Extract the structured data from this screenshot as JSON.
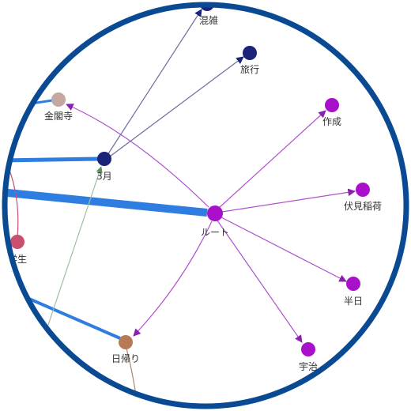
{
  "nodes": [
    {
      "id": "kotsu",
      "label": "混雑",
      "color": "#1b237a"
    },
    {
      "id": "ryoko",
      "label": "旅行",
      "color": "#1b237a"
    },
    {
      "id": "kinkakuji",
      "label": "金閣寺",
      "color": "#c4a8a0"
    },
    {
      "id": "sakusei",
      "label": "作成",
      "color": "#a811c9"
    },
    {
      "id": "sangatsu",
      "label": "3月",
      "color": "#1b237a"
    },
    {
      "id": "fushimi",
      "label": "伏見稲荷",
      "color": "#a811c9"
    },
    {
      "id": "route",
      "label": "ルート",
      "color": "#a811c9"
    },
    {
      "id": "gakusei",
      "label": "学生",
      "color": "#c8506e"
    },
    {
      "id": "hannichi",
      "label": "半日",
      "color": "#a811c9"
    },
    {
      "id": "higaeri",
      "label": "日帰り",
      "color": "#b87a56"
    },
    {
      "id": "uji",
      "label": "宇治",
      "color": "#a811c9"
    }
  ],
  "edges": [
    {
      "from": "route",
      "to": "kinkakuji",
      "color": "#b04fd0",
      "arrow": true
    },
    {
      "from": "route",
      "to": "sakusei",
      "color": "#b04fd0",
      "arrow": true
    },
    {
      "from": "route",
      "to": "fushimi",
      "color": "#b04fd0",
      "arrow": true
    },
    {
      "from": "route",
      "to": "hannichi",
      "color": "#b04fd0",
      "arrow": true
    },
    {
      "from": "route",
      "to": "uji",
      "color": "#b04fd0",
      "arrow": true
    },
    {
      "from": "route",
      "to": "higaeri",
      "color": "#b04fd0",
      "arrow": true,
      "curved": true
    },
    {
      "from": "sangatsu",
      "to": "kotsu",
      "color": "#6a6e9c",
      "arrow": true
    },
    {
      "from": "sangatsu",
      "to": "ryoko",
      "color": "#6a6e9c",
      "arrow": true
    },
    {
      "from": "offscreen_w",
      "to": "route",
      "color": "#2f7de1",
      "weight": "heavy"
    },
    {
      "from": "offscreen_w",
      "to": "sangatsu",
      "color": "#2f7de1",
      "weight": "medium"
    },
    {
      "from": "offscreen_w",
      "to": "kinkakuji",
      "color": "#2f7de1",
      "weight": "light"
    },
    {
      "from": "offscreen_sw",
      "to": "higaeri",
      "color": "#2f7de1",
      "weight": "medium"
    },
    {
      "from": "offscreen_sw",
      "to": "sangatsu",
      "color": "#9fbf9f",
      "weight": "thin",
      "arrow": true
    },
    {
      "from": "offscreen_w",
      "to": "gakusei",
      "color": "#c8506e",
      "weight": "thin",
      "curved": true
    },
    {
      "from": "higaeri",
      "to": "offscreen_s",
      "color": "#b08070",
      "weight": "thin"
    }
  ],
  "frame_color": "#0a4a92"
}
